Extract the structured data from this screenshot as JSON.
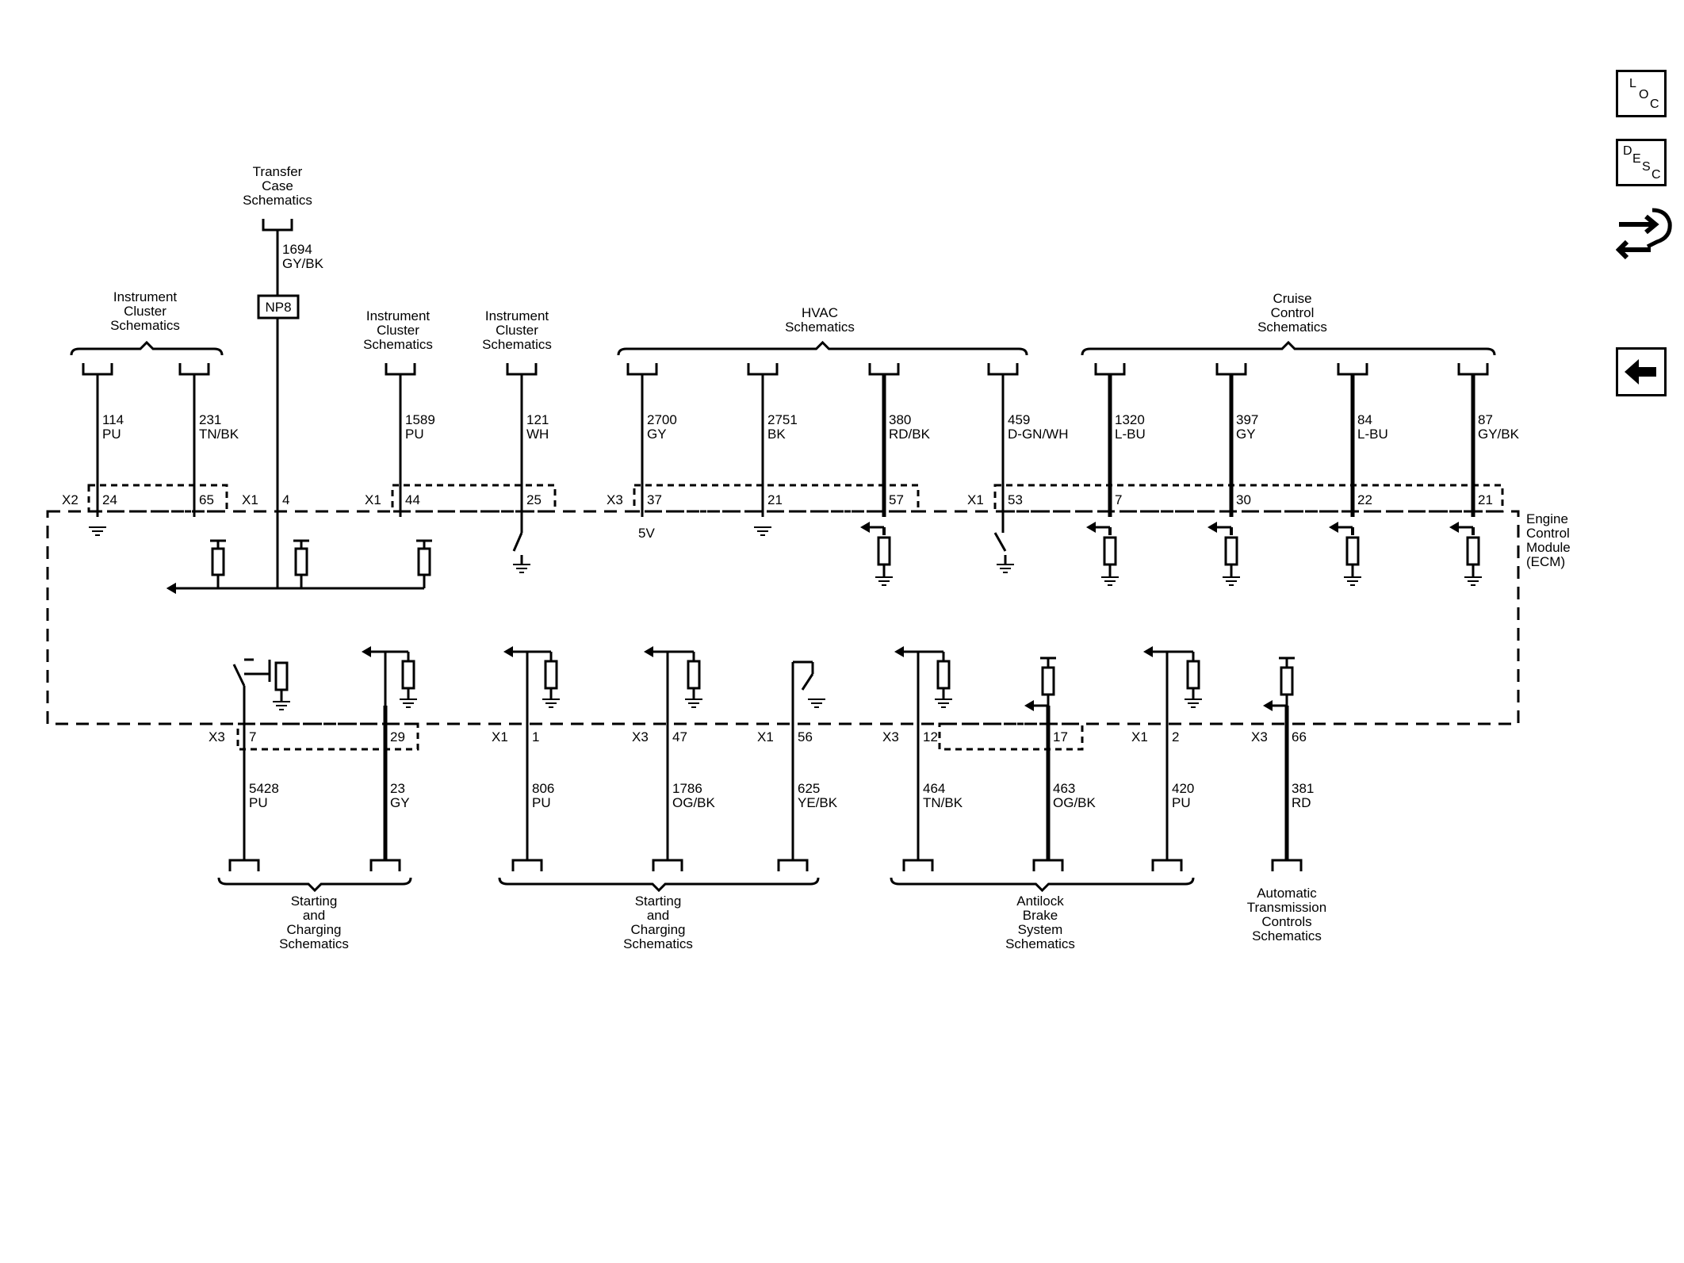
{
  "module": {
    "lines": [
      "Engine",
      "Control",
      "Module",
      "(ECM)"
    ]
  },
  "top_groups": [
    {
      "lines": [
        "Instrument",
        "Cluster",
        "Schematics"
      ]
    },
    {
      "lines": [
        "Transfer",
        "Case",
        "Schematics"
      ]
    },
    {
      "lines": [
        "Instrument",
        "Cluster",
        "Schematics"
      ]
    },
    {
      "lines": [
        "Instrument",
        "Cluster",
        "Schematics"
      ]
    },
    {
      "lines": [
        "HVAC",
        "Schematics"
      ]
    },
    {
      "lines": [
        "Cruise",
        "Control",
        "Schematics"
      ]
    }
  ],
  "bottom_groups": [
    {
      "lines": [
        "Starting",
        "and",
        "Charging",
        "Schematics"
      ]
    },
    {
      "lines": [
        "Starting",
        "and",
        "Charging",
        "Schematics"
      ]
    },
    {
      "lines": [
        "Antilock",
        "Brake",
        "System",
        "Schematics"
      ]
    },
    {
      "lines": [
        "Automatic",
        "Transmission",
        "Controls",
        "Schematics"
      ]
    }
  ],
  "top_wires": [
    {
      "circuit": "114",
      "color": "PU",
      "connector": "X2",
      "pin": "24"
    },
    {
      "circuit": "231",
      "color": "TN/BK",
      "connector": "",
      "pin": "65"
    },
    {
      "circuit": "1694",
      "color": "GY/BK",
      "connector": "X1",
      "pin": "4"
    },
    {
      "circuit": "1589",
      "color": "PU",
      "connector": "X1",
      "pin": "44"
    },
    {
      "circuit": "121",
      "color": "WH",
      "connector": "",
      "pin": "25"
    },
    {
      "circuit": "2700",
      "color": "GY",
      "connector": "X3",
      "pin": "37"
    },
    {
      "circuit": "2751",
      "color": "BK",
      "connector": "",
      "pin": "21"
    },
    {
      "circuit": "380",
      "color": "RD/BK",
      "connector": "",
      "pin": "57"
    },
    {
      "circuit": "459",
      "color": "D-GN/WH",
      "connector": "X1",
      "pin": "53"
    },
    {
      "circuit": "1320",
      "color": "L-BU",
      "connector": "",
      "pin": "7"
    },
    {
      "circuit": "397",
      "color": "GY",
      "connector": "",
      "pin": "30"
    },
    {
      "circuit": "84",
      "color": "L-BU",
      "connector": "",
      "pin": "22"
    },
    {
      "circuit": "87",
      "color": "GY/BK",
      "connector": "",
      "pin": "21"
    }
  ],
  "bottom_wires": [
    {
      "circuit": "5428",
      "color": "PU",
      "connector": "X3",
      "pin": "7"
    },
    {
      "circuit": "23",
      "color": "GY",
      "connector": "",
      "pin": "29"
    },
    {
      "circuit": "806",
      "color": "PU",
      "connector": "X1",
      "pin": "1"
    },
    {
      "circuit": "1786",
      "color": "OG/BK",
      "connector": "X3",
      "pin": "47"
    },
    {
      "circuit": "625",
      "color": "YE/BK",
      "connector": "X1",
      "pin": "56"
    },
    {
      "circuit": "464",
      "color": "TN/BK",
      "connector": "X3",
      "pin": "12"
    },
    {
      "circuit": "463",
      "color": "OG/BK",
      "connector": "",
      "pin": "17"
    },
    {
      "circuit": "420",
      "color": "PU",
      "connector": "X1",
      "pin": "2"
    },
    {
      "circuit": "381",
      "color": "RD",
      "connector": "X3",
      "pin": "66"
    }
  ],
  "inline_connector": {
    "label": "NP8"
  },
  "voltage_label": "5V",
  "side_buttons": {
    "loc": {
      "chars": [
        "L",
        "O",
        "C"
      ]
    },
    "desc": {
      "chars": [
        "D",
        "E",
        "S",
        "C"
      ]
    }
  },
  "icons": [
    "loc-icon",
    "desc-icon",
    "troubleshoot-icon",
    "back-arrow-icon"
  ]
}
